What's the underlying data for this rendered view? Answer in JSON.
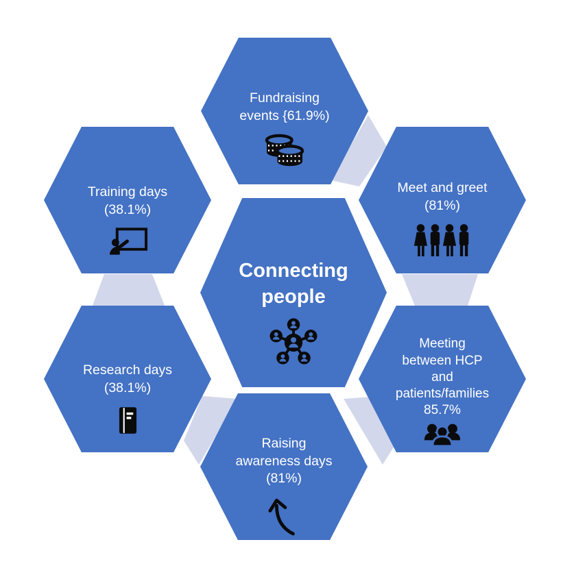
{
  "diagram": {
    "type": "hexagon-cluster",
    "center": {
      "label": "Connecting\npeople",
      "icon": "people-network-icon"
    },
    "nodes": [
      {
        "id": "fundraising-events",
        "label": "Fundraising\nevents {61.9%)",
        "value": "61.9%",
        "icon": "coins-icon"
      },
      {
        "id": "meet-and-greet",
        "label": "Meet and greet\n(81%)",
        "value": "81%",
        "icon": "people-row-icon"
      },
      {
        "id": "hcp-patient-meetings",
        "label": "Meeting\nbetween HCP\nand\npatients/families\n85.7%",
        "value": "85.7%",
        "icon": "group-busts-icon"
      },
      {
        "id": "raising-awareness",
        "label": "Raising\nawareness days\n(81%)",
        "value": "81%",
        "icon": "curved-arrow-icon"
      },
      {
        "id": "research-days",
        "label": "Research days\n(38.1%)",
        "value": "38.1%",
        "icon": "journal-icon"
      },
      {
        "id": "training-days",
        "label": "Training days\n(38.1%)",
        "value": "38.1%",
        "icon": "presenter-board-icon"
      }
    ],
    "colors": {
      "hexagon_fill": "#4472C4",
      "connector_fill": "#D2D7EB",
      "label_text": "#FFFFFF",
      "icon_color": "#0B0B0B",
      "background": "#FFFFFF"
    }
  }
}
